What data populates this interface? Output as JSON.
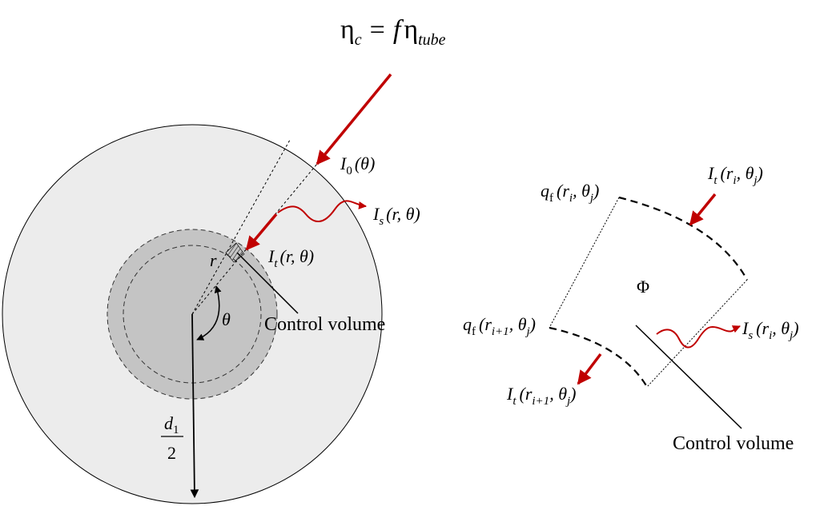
{
  "equation": {
    "eta": "η",
    "sub_c": "c",
    "equals": "=",
    "f": "f",
    "sub_tube": "tube"
  },
  "left_diagram": {
    "incident": {
      "symbol": "I",
      "sub": "0",
      "args": "(θ)"
    },
    "scattered": {
      "symbol": "I",
      "sub": "s",
      "args": "(r, θ)"
    },
    "transmitted": {
      "symbol": "I",
      "sub": "t",
      "args": "(r, θ)"
    },
    "radius_label": "r",
    "angle_label": "θ",
    "control_volume": "Control volume",
    "diameter_numerator": "d",
    "diameter_sub": "1",
    "diameter_denominator": "2"
  },
  "right_diagram": {
    "qf_top": {
      "symbol": "q",
      "sub": "f",
      "open": "(r",
      "r_sub": "i",
      "mid": ", θ",
      "t_sub": "j",
      "close": ")"
    },
    "qf_bottom": {
      "symbol": "q",
      "sub": "f",
      "open": "(r",
      "r_sub": "i+1",
      "mid": ", θ",
      "t_sub": "j",
      "close": ")"
    },
    "it_top": {
      "symbol": "I",
      "sub": "t",
      "open": "(r",
      "r_sub": "i",
      "mid": ", θ",
      "t_sub": "j",
      "close": ")"
    },
    "it_bottom": {
      "symbol": "I",
      "sub": "t",
      "open": "(r",
      "r_sub": "i+1",
      "mid": ", θ",
      "t_sub": "j",
      "close": ")"
    },
    "is_right": {
      "symbol": "I",
      "sub": "s",
      "open": "(r",
      "r_sub": "i",
      "mid": ", θ",
      "t_sub": "j",
      "close": ")"
    },
    "phi": "Φ",
    "control_volume": "Control volume"
  },
  "colors": {
    "arrow_red": "#c00000",
    "outer_fill": "#ececec",
    "inner_fill": "#c4c4c4",
    "line": "#000000"
  }
}
